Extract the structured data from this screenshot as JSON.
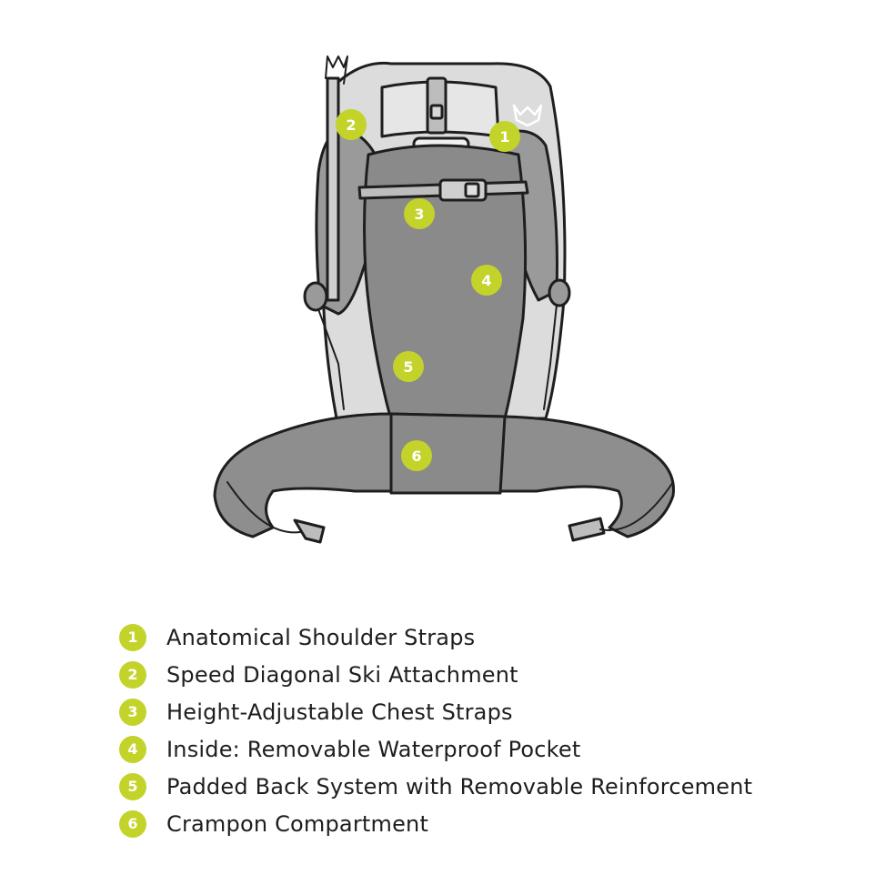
{
  "colors": {
    "badge": "#c3d32a",
    "outline": "#1e1e1e",
    "back_panel": "#8a8a8a",
    "shoulder_strap": "#9a9a9a",
    "body_light": "#dcdcdc",
    "belt": "#8e8e8e"
  },
  "callouts": [
    {
      "number": "1",
      "part": "shoulder-straps"
    },
    {
      "number": "2",
      "part": "ski-attachment"
    },
    {
      "number": "3",
      "part": "chest-strap"
    },
    {
      "number": "4",
      "part": "waterproof-pocket"
    },
    {
      "number": "5",
      "part": "back-system"
    },
    {
      "number": "6",
      "part": "crampon-compartment"
    }
  ],
  "legend": [
    {
      "number": "1",
      "label": "Anatomical Shoulder Straps"
    },
    {
      "number": "2",
      "label": "Speed Diagonal Ski Attachment"
    },
    {
      "number": "3",
      "label": "Height-Adjustable Chest Straps"
    },
    {
      "number": "4",
      "label": "Inside: Removable Waterproof Pocket"
    },
    {
      "number": "5",
      "label": "Padded Back System with Removable Reinforcement"
    },
    {
      "number": "6",
      "label": "Crampon Compartment"
    }
  ],
  "icons": {
    "logo": "dynafit-snow-leopard-logo-icon"
  }
}
